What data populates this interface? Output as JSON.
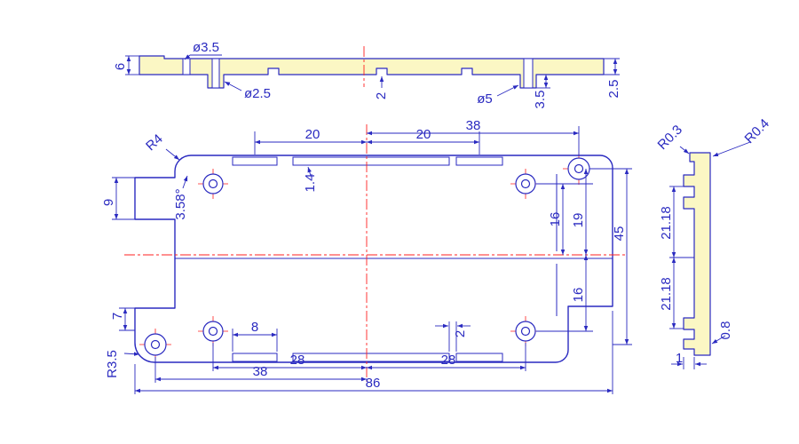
{
  "drawing": {
    "colors": {
      "line": "#2a2ac0",
      "centerline": "#ff2020",
      "section_fill": "#fbf7c4",
      "background": "#ffffff"
    },
    "top_view": {
      "dia_3_5": "ø3.5",
      "height_6": "6",
      "dia_2_5": "ø2.5",
      "thickness_2": "2",
      "dia_5": "ø5",
      "depth_3_5": "3.5",
      "thickness_2_5": "2.5"
    },
    "front_view": {
      "radius_r4": "R4",
      "angle_3_58": "3.58°",
      "width_20_left": "20",
      "width_20_right": "20",
      "width_38_top": "38",
      "slot_1_4": "1.4",
      "height_9": "9",
      "height_16_upper": "16",
      "height_19": "19",
      "height_45": "45",
      "height_16_lower": "16",
      "height_7": "7",
      "radius_r3_5": "R3.5",
      "slot_8": "8",
      "slot_2": "2",
      "width_28_left": "28",
      "width_28_right": "28",
      "width_38_bottom": "38",
      "width_86": "86"
    },
    "side_view": {
      "radius_r0_4": "R0.4",
      "radius_r0_3": "R0.3",
      "height_21_18_upper": "21.18",
      "height_21_18_lower": "21.18",
      "thickness_0_8": "0.8",
      "width_1": "1"
    }
  }
}
